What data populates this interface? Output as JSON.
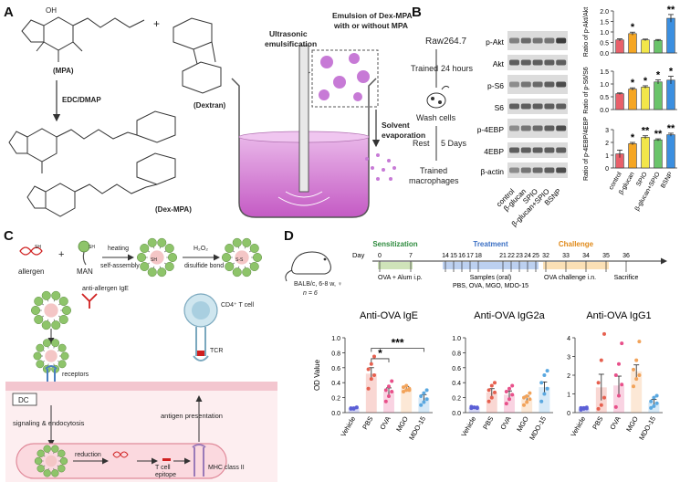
{
  "panels": {
    "a": "A",
    "b": "B",
    "c": "C",
    "d": "D"
  },
  "panel_a": {
    "mpa": "(MPA)",
    "dextran": "(Dextran)",
    "reagent": "EDC/DMAP",
    "product": "(Dex-MPA)",
    "oh": "OH",
    "plus": "+",
    "ultrasonic": [
      "Ultrasonic",
      "emulsification"
    ],
    "emulsion": [
      "Emulsion of Dex-MPA",
      "with or without MPA"
    ],
    "solvent": [
      "Solvent",
      "evaporation"
    ]
  },
  "panel_b": {
    "cell_line": "Raw264.7",
    "trained": "Trained",
    "trained_time": "24 hours",
    "wash": "Wash cells",
    "rest": "Rest",
    "rest_time": "5 Days",
    "result": [
      "Trained",
      "macrophages"
    ],
    "proteins": [
      "p-Akt",
      "Akt",
      "p-S6",
      "S6",
      "p-4EBP",
      "4EBP",
      "β-actin"
    ],
    "lanes": [
      "control",
      "β-glucan",
      "SPIO",
      "β-glucan+SPIO",
      "BSNP"
    ],
    "colors": [
      "#e8606a",
      "#f5a623",
      "#f2e64a",
      "#6ac46a",
      "#3b8fe0"
    ]
  },
  "chart_data": [
    {
      "type": "bar",
      "ylabel": "Ratio of p-Akt/Akt",
      "categories": [
        "control",
        "β-glucan",
        "SPIO",
        "β-glucan+SPIO",
        "BSNP"
      ],
      "values": [
        0.62,
        0.92,
        0.62,
        0.6,
        1.65
      ],
      "errors": [
        0.05,
        0.07,
        0.04,
        0.04,
        0.18
      ],
      "ylim": [
        0,
        2.0
      ],
      "ticks": [
        0.0,
        0.5,
        1.0,
        1.5,
        2.0
      ],
      "tick_labels": [
        "0.0",
        "0.5",
        "1.0",
        "1.5",
        "2.0"
      ],
      "significance": [
        "",
        "*",
        "",
        "",
        "**"
      ]
    },
    {
      "type": "bar",
      "ylabel": "Ratio of p-S6/S6",
      "categories": [
        "control",
        "β-glucan",
        "SPIO",
        "β-glucan+SPIO",
        "BSNP"
      ],
      "values": [
        0.62,
        0.8,
        0.88,
        1.08,
        1.15
      ],
      "errors": [
        0.03,
        0.05,
        0.05,
        0.08,
        0.15
      ],
      "ylim": [
        0,
        1.5
      ],
      "ticks": [
        0.0,
        0.5,
        1.0,
        1.5
      ],
      "tick_labels": [
        "0.0",
        "0.5",
        "1.0",
        "1.5"
      ],
      "significance": [
        "",
        "*",
        "*",
        "*",
        "*"
      ]
    },
    {
      "type": "bar",
      "ylabel": "Ratio of p-4EBP/4EBP",
      "categories": [
        "control",
        "β-glucan",
        "SPIO",
        "β-glucan+SPIO",
        "BSNP"
      ],
      "values": [
        1.1,
        1.9,
        2.4,
        2.2,
        2.6
      ],
      "errors": [
        0.3,
        0.1,
        0.12,
        0.08,
        0.12
      ],
      "ylim": [
        0,
        3
      ],
      "ticks": [
        0,
        1,
        2,
        3
      ],
      "tick_labels": [
        "0",
        "1",
        "2",
        "3"
      ],
      "significance": [
        "",
        "*",
        "**",
        "**",
        "**"
      ]
    },
    {
      "type": "bar",
      "title": "Anti-OVA IgE",
      "ylabel": "OD Value",
      "categories": [
        "Vehicle",
        "PBS",
        "OVA",
        "MGO",
        "MDO-15"
      ],
      "values": [
        0.06,
        0.52,
        0.28,
        0.32,
        0.2
      ],
      "errors": [
        0.01,
        0.08,
        0.05,
        0.03,
        0.04
      ],
      "points": [
        [
          0.05,
          0.06,
          0.07,
          0.06,
          0.05,
          0.07
        ],
        [
          0.32,
          0.45,
          0.5,
          0.58,
          0.65,
          0.75
        ],
        [
          0.15,
          0.22,
          0.28,
          0.3,
          0.35,
          0.42
        ],
        [
          0.28,
          0.3,
          0.32,
          0.34,
          0.36,
          0.3
        ],
        [
          0.1,
          0.14,
          0.18,
          0.22,
          0.26,
          0.3
        ]
      ],
      "ylim": [
        0,
        1.0
      ],
      "ticks": [
        0.0,
        0.2,
        0.4,
        0.6,
        0.8,
        1.0
      ],
      "tick_labels": [
        "0.0",
        "0.2",
        "0.4",
        "0.6",
        "0.8",
        "1.0"
      ],
      "brackets": [
        {
          "from": 1,
          "to": 2,
          "label": "*"
        },
        {
          "from": 1,
          "to": 4,
          "label": "***"
        }
      ]
    },
    {
      "type": "bar",
      "title": "Anti-OVA IgG2a",
      "categories": [
        "Vehicle",
        "PBS",
        "OVA",
        "MGO",
        "MDO-15"
      ],
      "values": [
        0.07,
        0.27,
        0.24,
        0.18,
        0.34
      ],
      "errors": [
        0.01,
        0.05,
        0.05,
        0.04,
        0.07
      ],
      "points": [
        [
          0.06,
          0.07,
          0.07,
          0.08,
          0.07,
          0.06
        ],
        [
          0.15,
          0.2,
          0.27,
          0.3,
          0.36,
          0.4
        ],
        [
          0.12,
          0.18,
          0.24,
          0.28,
          0.32,
          0.36
        ],
        [
          0.1,
          0.14,
          0.18,
          0.2,
          0.22,
          0.26
        ],
        [
          0.15,
          0.25,
          0.32,
          0.4,
          0.5,
          0.56
        ]
      ],
      "ylim": [
        0,
        1.0
      ],
      "ticks": [
        0.0,
        0.2,
        0.4,
        0.6,
        0.8,
        1.0
      ],
      "tick_labels": [
        "0.0",
        "0.2",
        "0.4",
        "0.6",
        "0.8",
        "1.0"
      ]
    },
    {
      "type": "bar",
      "title": "Anti-OVA IgG1",
      "categories": [
        "Vehicle",
        "PBS",
        "OVA",
        "MGO",
        "MDO-15"
      ],
      "values": [
        0.22,
        1.35,
        1.45,
        2.2,
        0.55
      ],
      "errors": [
        0.05,
        0.7,
        0.5,
        0.35,
        0.15
      ],
      "points": [
        [
          0.15,
          0.2,
          0.22,
          0.25,
          0.25,
          0.28
        ],
        [
          0.2,
          0.4,
          0.8,
          1.6,
          2.8,
          4.2
        ],
        [
          0.3,
          0.9,
          1.5,
          2.0,
          2.6,
          3.7
        ],
        [
          1.4,
          1.8,
          2.0,
          2.3,
          2.8,
          3.8
        ],
        [
          0.25,
          0.35,
          0.5,
          0.6,
          0.8,
          0.9
        ]
      ],
      "ylim": [
        0,
        4
      ],
      "ticks": [
        0,
        1,
        2,
        3,
        4
      ],
      "tick_labels": [
        "0",
        "1",
        "2",
        "3",
        "4"
      ]
    }
  ],
  "panel_c": {
    "allergen": "allergen",
    "man": "MAN",
    "heating": "heating",
    "self_assembly": "self-assembly",
    "h2o2": "H₂O₂",
    "disulfide": "disulfide bond",
    "sh": "SH",
    "ss": "S-S",
    "ige": "anti-allergen IgE",
    "cd4": "CD4⁺ T cell",
    "tcr": "TCR",
    "receptors": "receptors",
    "dc": "DC",
    "signaling": "signaling & endocytosis",
    "antigen": "antigen presentation",
    "reduction": "reduction",
    "epitope": [
      "T cell",
      "epitope"
    ],
    "mhc": "MHC class II"
  },
  "panel_d": {
    "mouse": [
      "BALB/c, 6-8 w, ♀",
      "n = 6"
    ],
    "day": "Day",
    "sensitization": "Sensitization",
    "treatment": "Treatment",
    "challenge": "Challenge",
    "days": [
      {
        "v": "0",
        "d": 0
      },
      {
        "v": "7",
        "d": 7
      },
      {
        "v": "14",
        "d": 14
      },
      {
        "v": "15",
        "d": 15
      },
      {
        "v": "16",
        "d": 16
      },
      {
        "v": "17",
        "d": 17
      },
      {
        "v": "18",
        "d": 18
      },
      {
        "v": "21",
        "d": 21
      },
      {
        "v": "22",
        "d": 22
      },
      {
        "v": "23",
        "d": 23
      },
      {
        "v": "24",
        "d": 24
      },
      {
        "v": "25",
        "d": 25
      },
      {
        "v": "32",
        "d": 32
      },
      {
        "v": "33",
        "d": 33
      },
      {
        "v": "34",
        "d": 34
      },
      {
        "v": "35",
        "d": 35
      },
      {
        "v": "36",
        "d": 36
      }
    ],
    "sens_text": "OVA + Alum i.p.",
    "treat_text": [
      "Samples (oral)",
      "PBS, OVA, MGO, MDO-15"
    ],
    "chal_text": "OVA challenge i.n.",
    "sacrifice": "Sacrifice",
    "sens_color": "#2e8b3e",
    "treat_color": "#3a6fc4",
    "chal_color": "#e08a1a"
  }
}
